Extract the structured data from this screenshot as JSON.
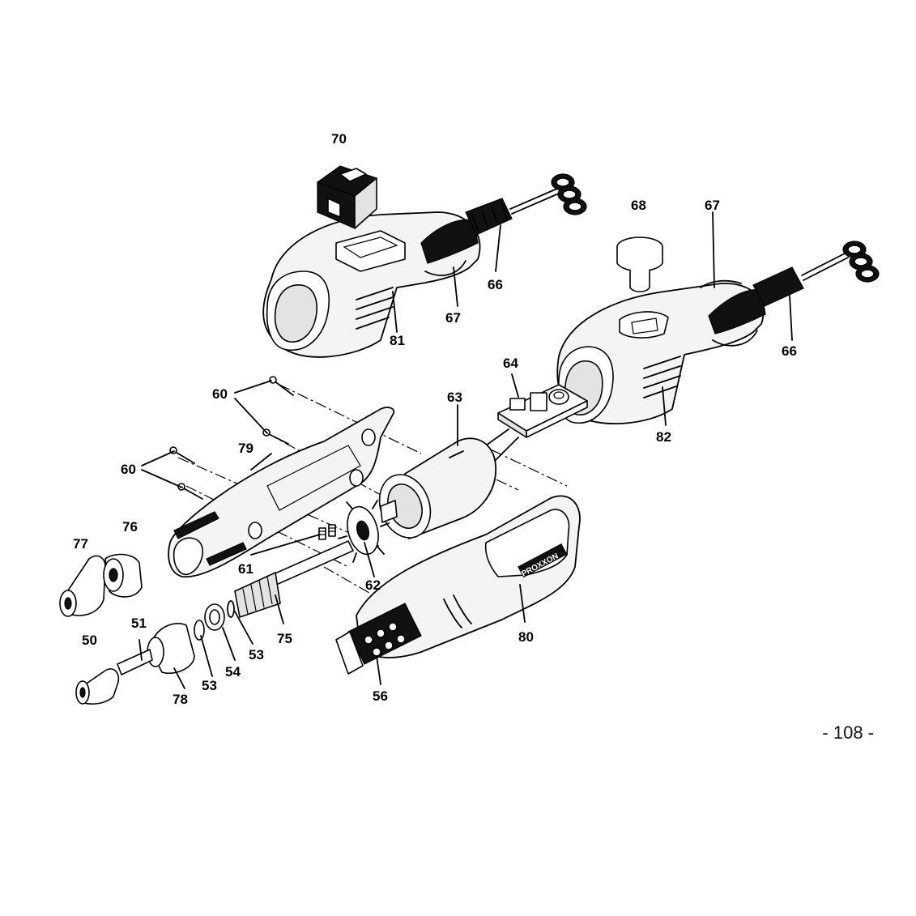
{
  "diagram": {
    "page_number": "- 108 -",
    "brand_mark": "PROXXON",
    "part_labels": [
      "70",
      "68",
      "67",
      "66",
      "67",
      "81",
      "66",
      "64",
      "63",
      "82",
      "60",
      "79",
      "60",
      "77",
      "76",
      "61",
      "62",
      "51",
      "75",
      "50",
      "53",
      "54",
      "53",
      "80",
      "78",
      "56"
    ]
  }
}
